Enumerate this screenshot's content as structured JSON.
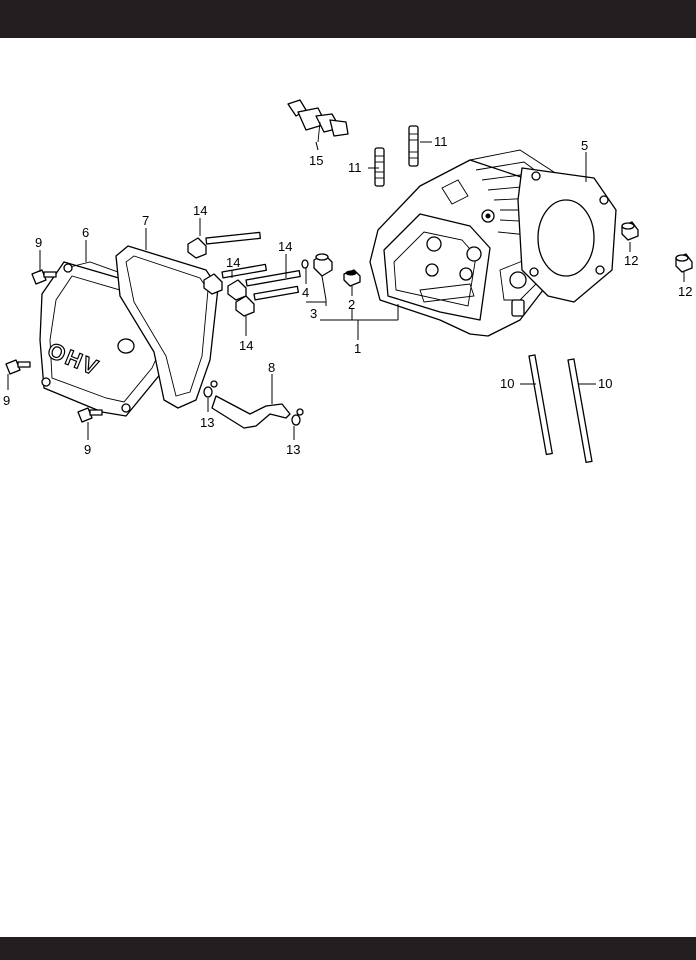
{
  "callouts": {
    "c1": "1",
    "c2": "2",
    "c3": "3",
    "c4": "4",
    "c5": "5",
    "c6": "6",
    "c7": "7",
    "c8": "8",
    "c9a": "9",
    "c9b": "9",
    "c9c": "9",
    "c10a": "10",
    "c10b": "10",
    "c11a": "11",
    "c11b": "11",
    "c12a": "12",
    "c12b": "12",
    "c13a": "13",
    "c13b": "13",
    "c14a": "14",
    "c14b": "14",
    "c14c": "14",
    "c14d": "14",
    "c15": "15"
  },
  "cover_lettering": "OHV"
}
